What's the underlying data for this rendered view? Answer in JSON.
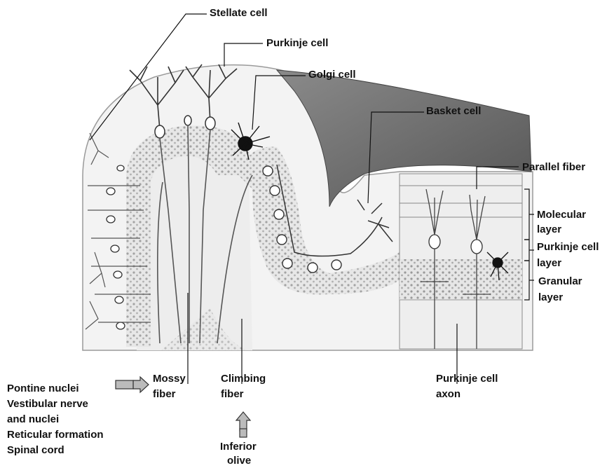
{
  "labels": {
    "stellate": "Stellate cell",
    "purkinje": "Purkinje cell",
    "golgi": "Golgi cell",
    "basket": "Basket cell",
    "parallel": "Parallel fiber",
    "molecular_1": "Molecular",
    "molecular_2": "layer",
    "purkinje_layer_1": "Purkinje cell",
    "purkinje_layer_2": "layer",
    "granular_1": "Granular",
    "granular_2": "layer",
    "mossy_1": "Mossy",
    "mossy_2": "fiber",
    "climbing_1": "Climbing",
    "climbing_2": "fiber",
    "axon_1": "Purkinje cell",
    "axon_2": "axon",
    "inferior_1": "Inferior",
    "inferior_2": "olive",
    "sources": [
      "Pontine nuclei",
      "Vestibular nerve",
      "and nuclei",
      "Reticular formation",
      "Spinal cord"
    ]
  },
  "colors": {
    "ink": "#111111",
    "white_matter": "#dcdcdc",
    "granular_fill": "#cfcfcf",
    "molecular_fill": "#f2f2f2",
    "fold_shadow": "#6e6e6e",
    "cell_stroke": "#3a3a3a"
  }
}
